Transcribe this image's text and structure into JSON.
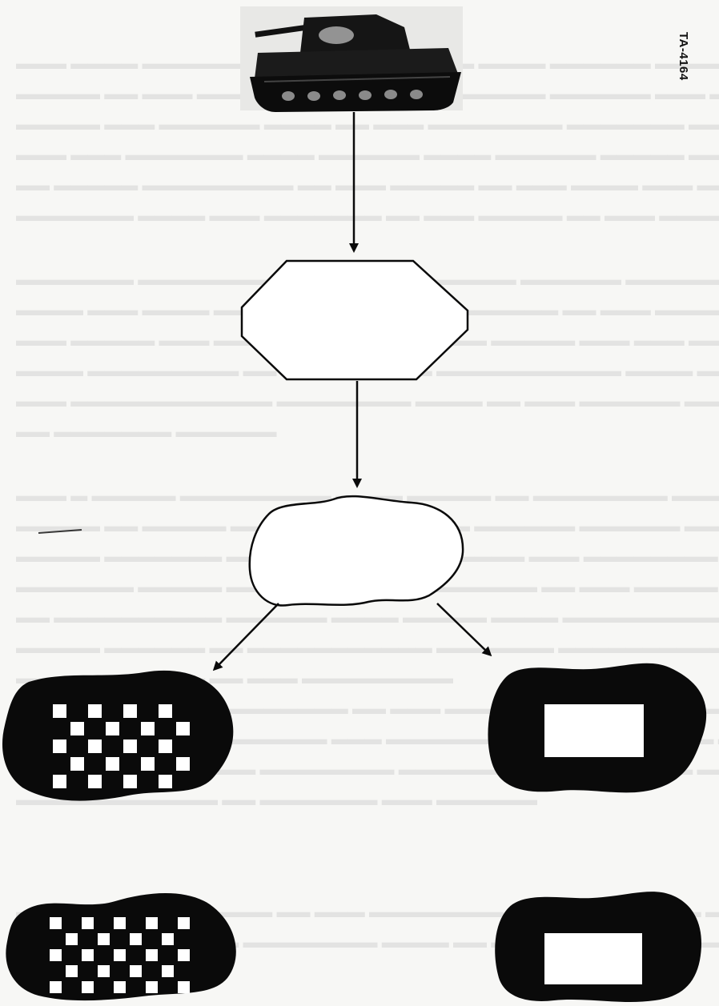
{
  "figure_id": "TA-4164",
  "colors": {
    "ink": "#0a0a0a",
    "paper": "#f7f7f5",
    "patch": "#ffffff"
  },
  "nodes": [
    {
      "id": "tank-photo",
      "kind": "image",
      "depicts": "tank-icon"
    },
    {
      "id": "octagon-outline",
      "kind": "shape"
    },
    {
      "id": "blob-outline",
      "kind": "shape"
    },
    {
      "id": "checker-blob-upper",
      "kind": "shape",
      "pattern": "checkerboard"
    },
    {
      "id": "window-blob-upper",
      "kind": "shape",
      "pattern": "rectangle-window"
    },
    {
      "id": "checker-blob-lower",
      "kind": "shape",
      "pattern": "checkerboard"
    },
    {
      "id": "window-blob-lower",
      "kind": "shape",
      "pattern": "rectangle-window"
    }
  ],
  "edges": [
    {
      "from": "tank-photo",
      "to": "octagon-outline"
    },
    {
      "from": "octagon-outline",
      "to": "blob-outline"
    },
    {
      "from": "blob-outline",
      "to": "checker-blob-upper"
    },
    {
      "from": "blob-outline",
      "to": "window-blob-upper"
    }
  ]
}
